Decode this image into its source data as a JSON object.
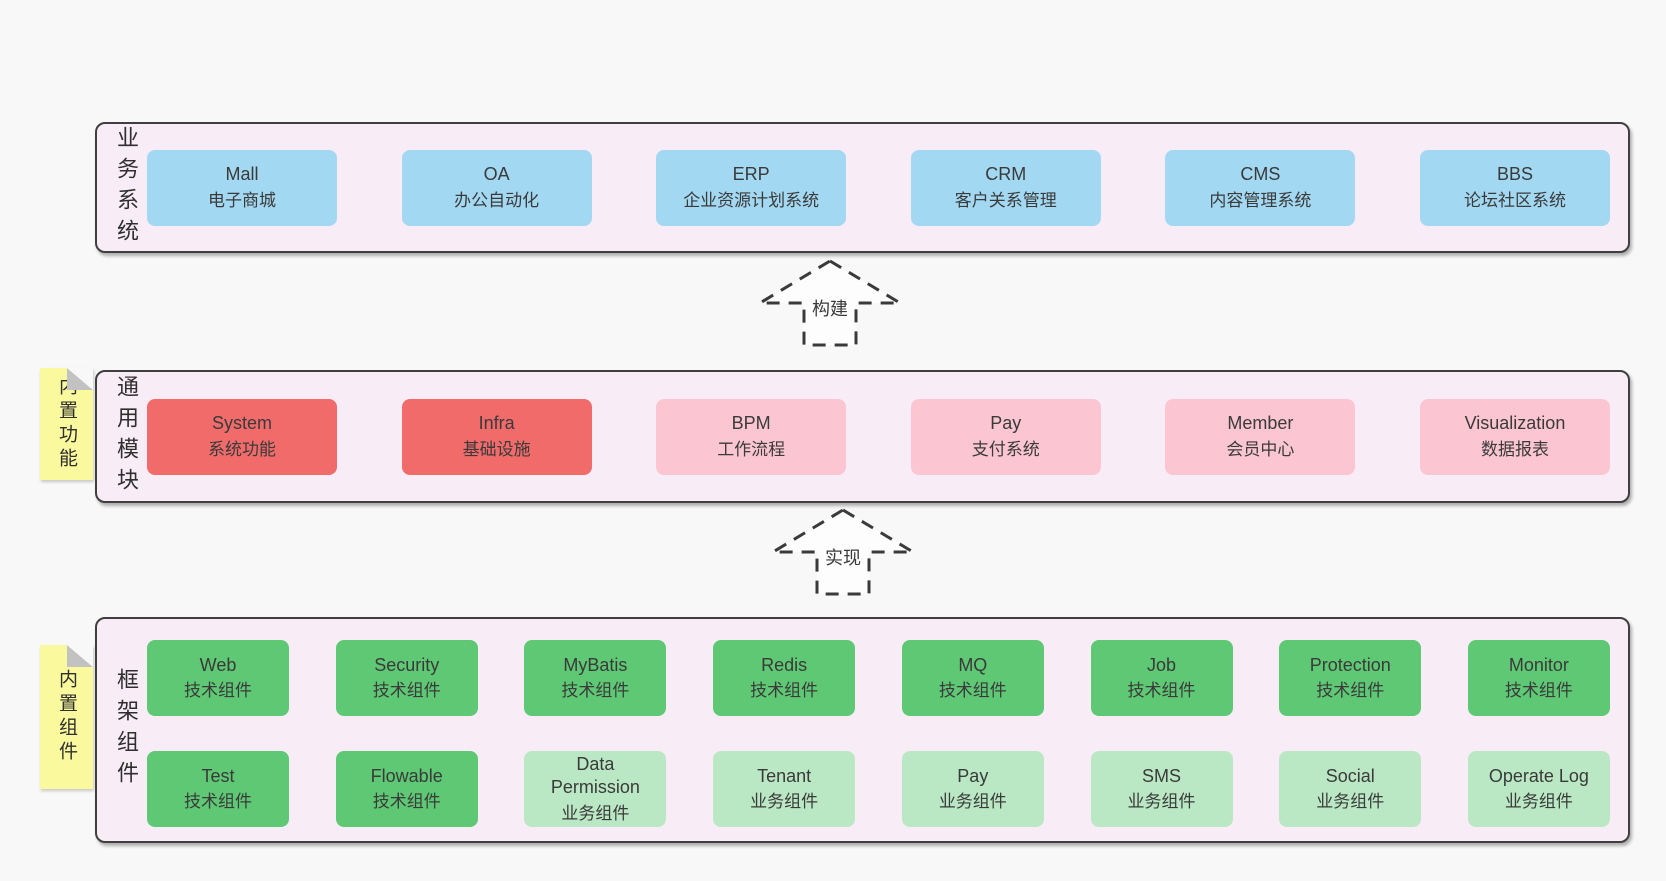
{
  "colors": {
    "pageBg": "#f8f8f8",
    "panelBg": "#f8edf6",
    "panelBorder": "#3f3f3f",
    "nodeBlue": "#a3d8f2",
    "nodeRed": "#f16b6b",
    "nodePink": "#fbc6d2",
    "nodeGreen": "#5ec874",
    "nodeGreenLight": "#bae8c4",
    "tabYellow": "#fbf99e",
    "foldGray": "#c2c2c2",
    "text": "#3a3a3a"
  },
  "arrows": [
    {
      "label": "构建"
    },
    {
      "label": "实现"
    }
  ],
  "panels": [
    {
      "id": "business-systems",
      "label": "业务系统",
      "boxes": [
        {
          "name": "Mall",
          "desc": "电子商城"
        },
        {
          "name": "OA",
          "desc": "办公自动化"
        },
        {
          "name": "ERP",
          "desc": "企业资源计划系统"
        },
        {
          "name": "CRM",
          "desc": "客户关系管理"
        },
        {
          "name": "CMS",
          "desc": "内容管理系统"
        },
        {
          "name": "BBS",
          "desc": "论坛社区系统"
        }
      ]
    },
    {
      "id": "common-modules",
      "label": "通用模块",
      "tab": "内置功能",
      "boxes": [
        {
          "name": "System",
          "desc": "系统功能"
        },
        {
          "name": "Infra",
          "desc": "基础设施"
        },
        {
          "name": "BPM",
          "desc": "工作流程"
        },
        {
          "name": "Pay",
          "desc": "支付系统"
        },
        {
          "name": "Member",
          "desc": "会员中心"
        },
        {
          "name": "Visualization",
          "desc": "数据报表"
        }
      ]
    },
    {
      "id": "framework-components",
      "label": "框架组件",
      "tab": "内置组件",
      "rows": [
        [
          {
            "name": "Web",
            "desc": "技术组件"
          },
          {
            "name": "Security",
            "desc": "技术组件"
          },
          {
            "name": "MyBatis",
            "desc": "技术组件"
          },
          {
            "name": "Redis",
            "desc": "技术组件"
          },
          {
            "name": "MQ",
            "desc": "技术组件"
          },
          {
            "name": "Job",
            "desc": "技术组件"
          },
          {
            "name": "Protection",
            "desc": "技术组件"
          },
          {
            "name": "Monitor",
            "desc": "技术组件"
          }
        ],
        [
          {
            "name": "Test",
            "desc": "技术组件"
          },
          {
            "name": "Flowable",
            "desc": "技术组件"
          },
          {
            "name": "Data Permission",
            "desc": "业务组件"
          },
          {
            "name": "Tenant",
            "desc": "业务组件"
          },
          {
            "name": "Pay",
            "desc": "业务组件"
          },
          {
            "name": "SMS",
            "desc": "业务组件"
          },
          {
            "name": "Social",
            "desc": "业务组件"
          },
          {
            "name": "Operate Log",
            "desc": "业务组件"
          }
        ]
      ]
    }
  ]
}
